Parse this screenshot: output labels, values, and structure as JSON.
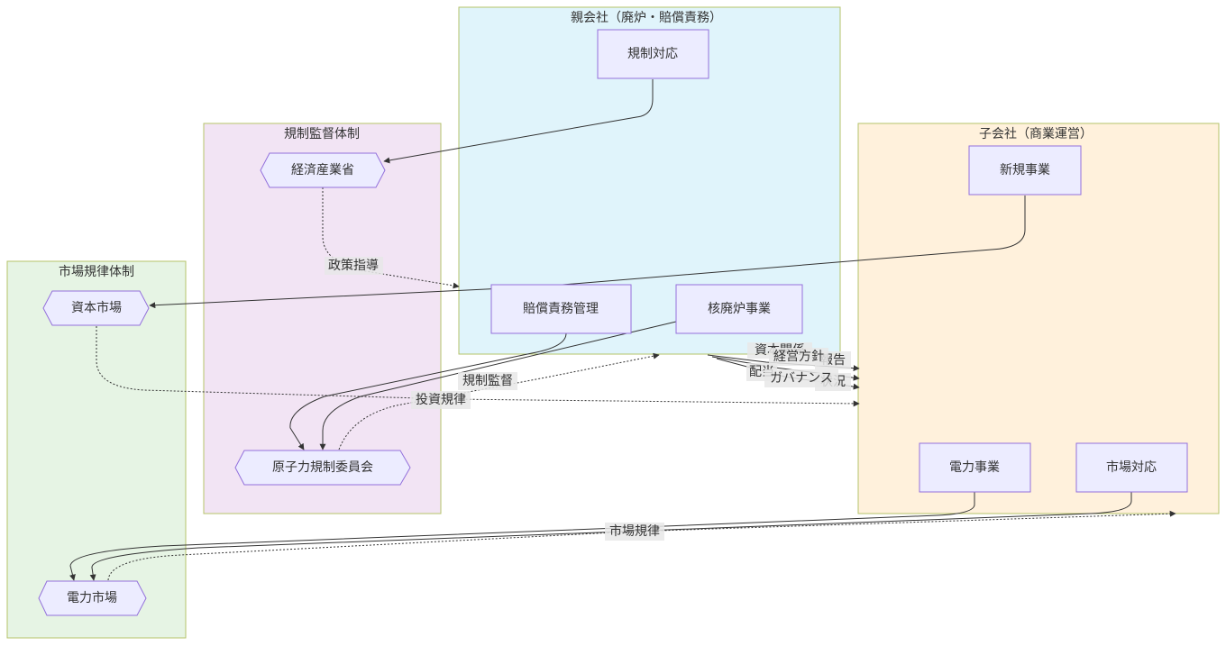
{
  "clusters": {
    "parent": {
      "title": "親会社（廃炉・賠償責務）",
      "fill": "#e0f4fb",
      "stroke": "#b5c36a"
    },
    "regulatory": {
      "title": "規制監督体制",
      "fill": "#f2e4f4",
      "stroke": "#b5c36a"
    },
    "market": {
      "title": "市場規律体制",
      "fill": "#e6f4e4",
      "stroke": "#b5c36a"
    },
    "subsidiary": {
      "title": "子会社（商業運営）",
      "fill": "#fff1dc",
      "stroke": "#b5c36a"
    }
  },
  "nodes": {
    "kisei_taiou": "規制対応",
    "baisho": "賠償責務管理",
    "haiiro": "核廃炉事業",
    "meti": "経済産業省",
    "nra": "原子力規制委員会",
    "shihon": "資本市場",
    "denryoku_shijo": "電力市場",
    "shinki": "新規事業",
    "denryoku_jigyo": "電力事業",
    "shijo_taiou": "市場対応"
  },
  "edge_labels": {
    "seisaku": "政策指導",
    "kisei_kantoku": "規制監督",
    "toushi": "投資規律",
    "shijo_kiritsu": "市場規律",
    "shihon_kankei": "資本関係",
    "haitou": "配当",
    "keiei": "経営方針",
    "governance": "ガバナンス",
    "hokoku": "報告",
    "jokyo": "状況"
  },
  "colors": {
    "node_fill": "#ececff",
    "node_stroke": "#9370db",
    "edge": "#333333"
  }
}
